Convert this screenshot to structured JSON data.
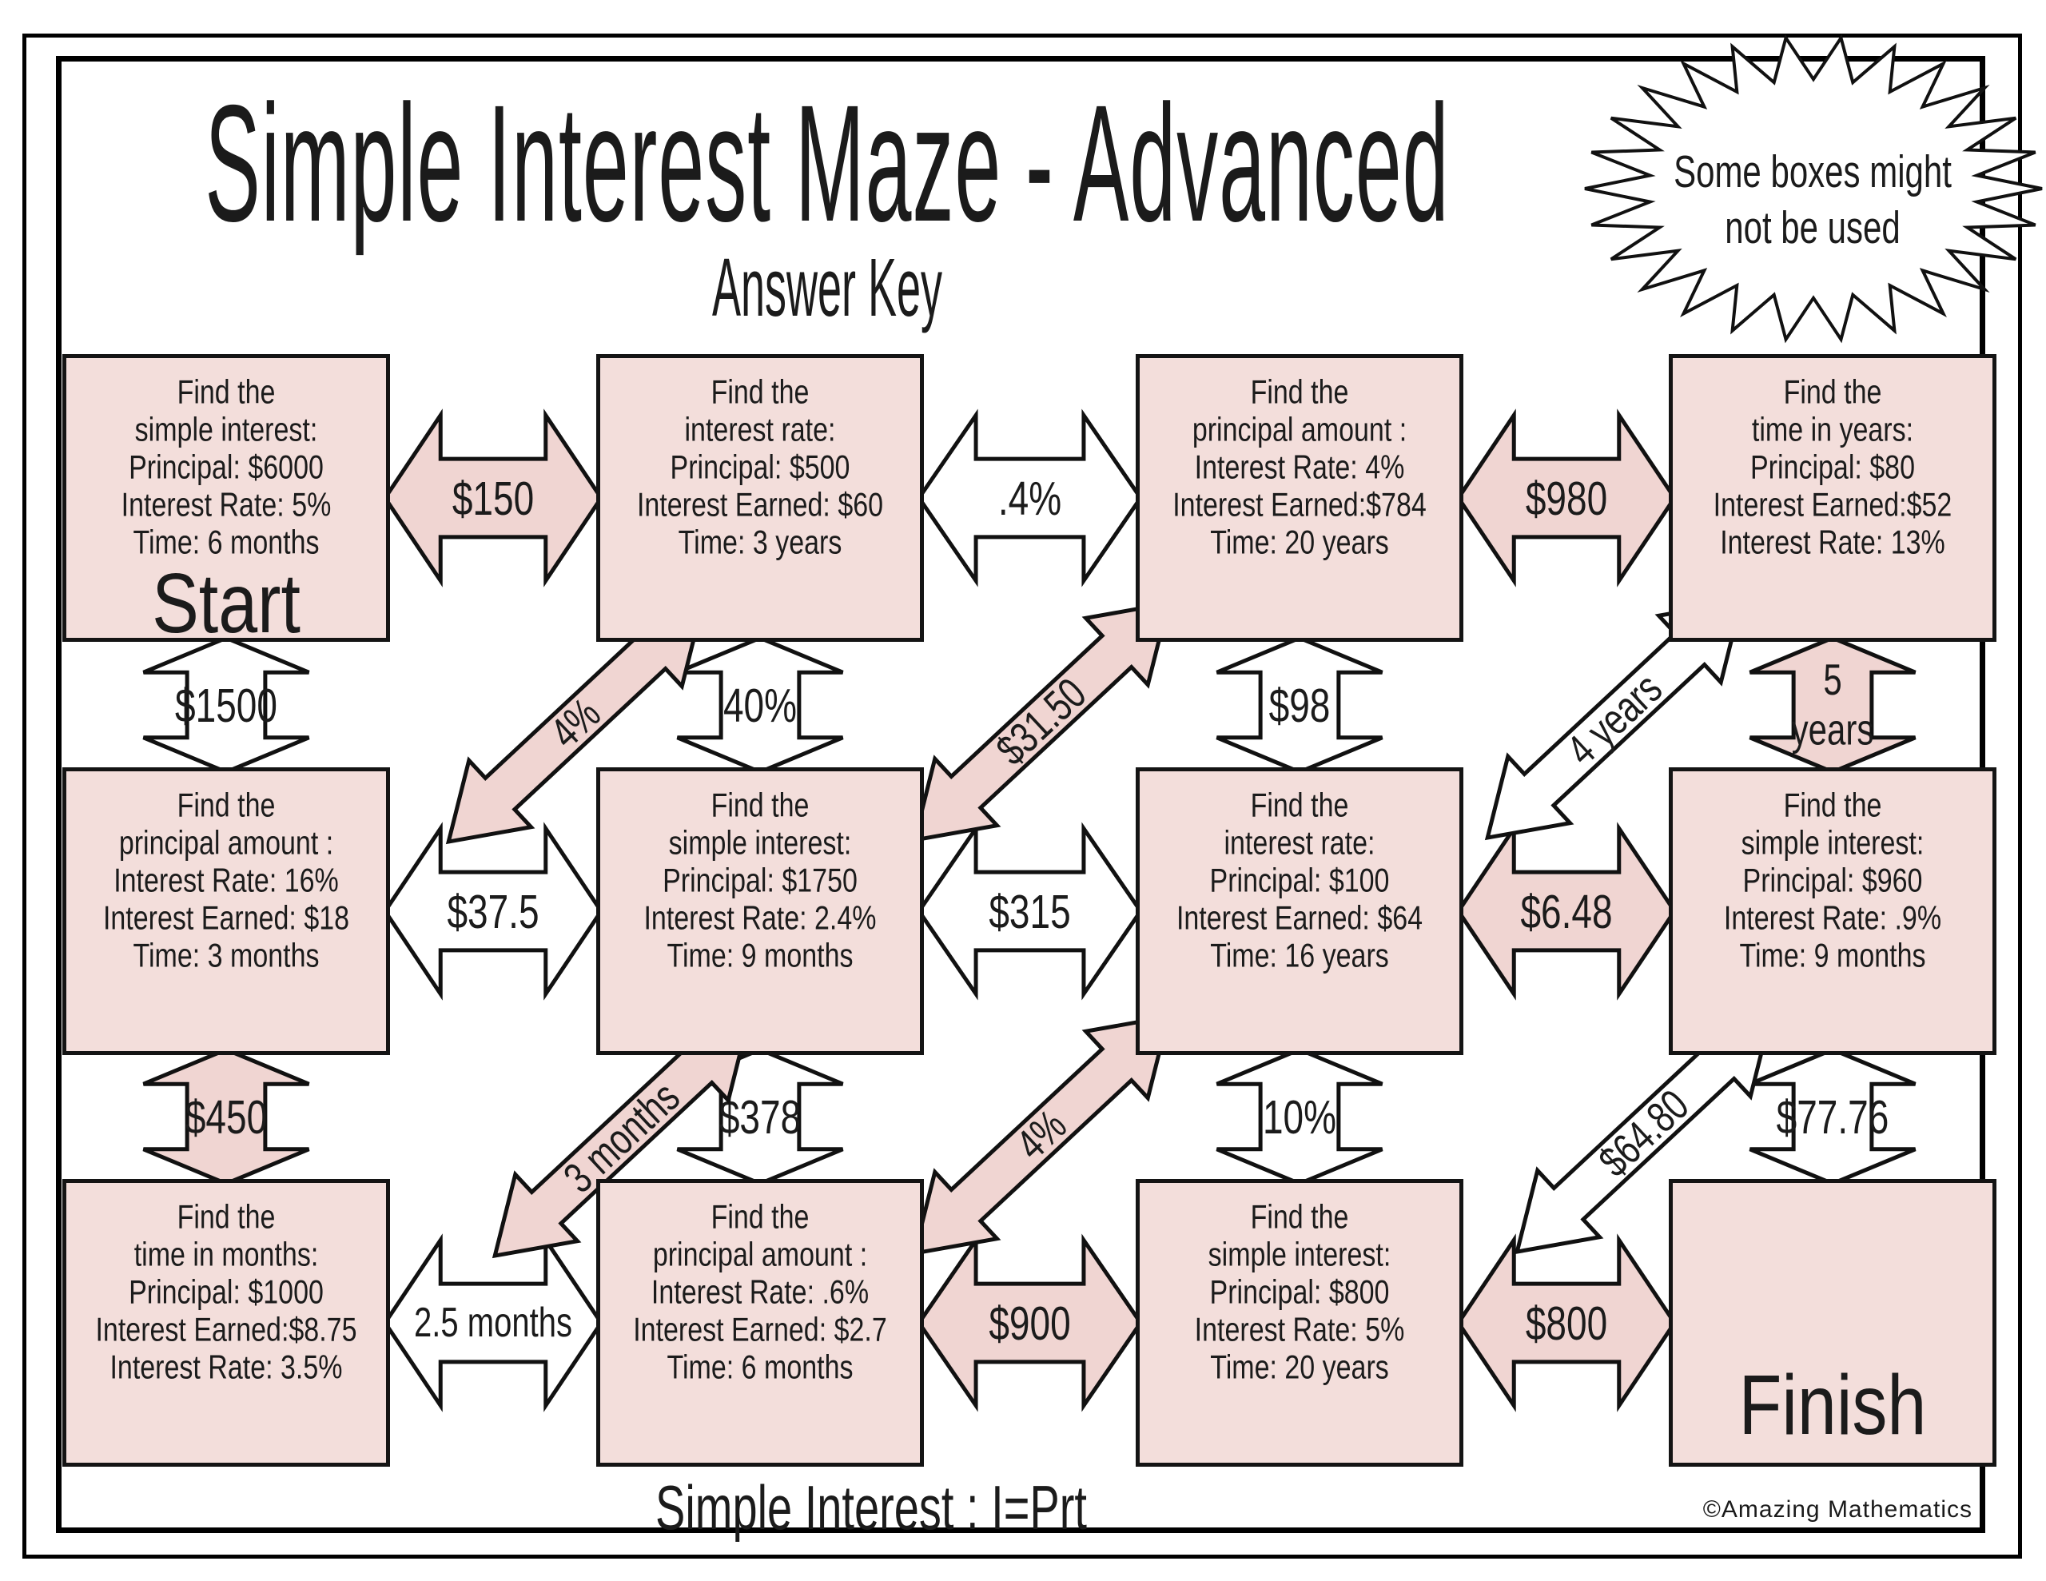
{
  "header": {
    "title": "Simple Interest Maze - Advanced",
    "subtitle": "Answer Key",
    "burst_note": "Some boxes might\nnot be used"
  },
  "footer": {
    "formula": "Simple Interest : I=Prt",
    "credit": "©Amazing Mathematics"
  },
  "colors": {
    "box_fill": "#f3dedb",
    "arrow_pink": "#f0d5d2",
    "arrow_white": "#ffffff",
    "outline": "#000000"
  },
  "maze": {
    "boxes": [
      {
        "id": "row1-col1",
        "lines": [
          "Find the",
          "simple interest:",
          "Principal: $6000",
          "Interest Rate: 5%",
          "Time: 6 months"
        ],
        "big_label": "Start"
      },
      {
        "id": "row1-col2",
        "lines": [
          "Find the",
          "interest rate:",
          "Principal: $500",
          "Interest Earned: $60",
          "Time: 3 years"
        ]
      },
      {
        "id": "row1-col3",
        "lines": [
          "Find the",
          "principal amount :",
          "Interest Rate: 4%",
          "Interest Earned:$784",
          "Time: 20 years"
        ]
      },
      {
        "id": "row1-col4",
        "lines": [
          "Find the",
          "time in years:",
          "Principal: $80",
          "Interest Earned:$52",
          "Interest Rate: 13%"
        ]
      },
      {
        "id": "row2-col1",
        "lines": [
          "Find the",
          "principal amount :",
          "Interest Rate: 16%",
          "Interest Earned: $18",
          "Time: 3 months"
        ]
      },
      {
        "id": "row2-col2",
        "lines": [
          "Find the",
          "simple interest:",
          "Principal: $1750",
          "Interest Rate: 2.4%",
          "Time: 9 months"
        ]
      },
      {
        "id": "row2-col3",
        "lines": [
          "Find the",
          "interest rate:",
          "Principal: $100",
          "Interest Earned: $64",
          "Time: 16 years"
        ]
      },
      {
        "id": "row2-col4",
        "lines": [
          "Find the",
          "simple interest:",
          "Principal: $960",
          "Interest Rate: .9%",
          "Time: 9 months"
        ]
      },
      {
        "id": "row3-col1",
        "lines": [
          "Find the",
          "time in months:",
          "Principal: $1000",
          "Interest Earned:$8.75",
          "Interest Rate: 3.5%"
        ]
      },
      {
        "id": "row3-col2",
        "lines": [
          "Find the",
          "principal amount :",
          "Interest Rate: .6%",
          "Interest Earned: $2.7",
          "Time: 6 months"
        ]
      },
      {
        "id": "row3-col3",
        "lines": [
          "Find the",
          "simple interest:",
          "Principal: $800",
          "Interest Rate: 5%",
          "Time: 20 years"
        ]
      },
      {
        "id": "row3-col4",
        "lines": [],
        "big_label": "Finish"
      }
    ],
    "arrows": [
      {
        "id": "h-row1-col1-col2",
        "direction": "horizontal",
        "color": "pink",
        "label": "$150"
      },
      {
        "id": "h-row1-col2-col3",
        "direction": "horizontal",
        "color": "white",
        "label": ".4%"
      },
      {
        "id": "h-row1-col3-col4",
        "direction": "horizontal",
        "color": "pink",
        "label": "$980"
      },
      {
        "id": "h-row2-col1-col2",
        "direction": "horizontal",
        "color": "white",
        "label": "$37.5"
      },
      {
        "id": "h-row2-col2-col3",
        "direction": "horizontal",
        "color": "white",
        "label": "$315"
      },
      {
        "id": "h-row2-col3-col4",
        "direction": "horizontal",
        "color": "pink",
        "label": "$6.48"
      },
      {
        "id": "h-row3-col1-col2",
        "direction": "horizontal",
        "color": "white",
        "label": "2.5 months"
      },
      {
        "id": "h-row3-col2-col3",
        "direction": "horizontal",
        "color": "pink",
        "label": "$900"
      },
      {
        "id": "h-row3-col3-col4",
        "direction": "horizontal",
        "color": "pink",
        "label": "$800"
      },
      {
        "id": "v-gap1-col1",
        "direction": "vertical",
        "color": "white",
        "label": "$1500"
      },
      {
        "id": "v-gap1-col2",
        "direction": "vertical",
        "color": "white",
        "label": "40%"
      },
      {
        "id": "v-gap1-col3",
        "direction": "vertical",
        "color": "white",
        "label": "$98"
      },
      {
        "id": "v-gap1-col4",
        "direction": "vertical",
        "color": "pink",
        "label": "5\nyears"
      },
      {
        "id": "v-gap2-col1",
        "direction": "vertical",
        "color": "pink",
        "label": "$450"
      },
      {
        "id": "v-gap2-col2",
        "direction": "vertical",
        "color": "white",
        "label": "$378"
      },
      {
        "id": "v-gap2-col3",
        "direction": "vertical",
        "color": "white",
        "label": "10%"
      },
      {
        "id": "v-gap2-col4",
        "direction": "vertical",
        "color": "white",
        "label": "$77.76"
      },
      {
        "id": "d-gap1-col1-col2",
        "direction": "diagonal",
        "color": "pink",
        "label": "4%"
      },
      {
        "id": "d-gap1-col2-col3",
        "direction": "diagonal",
        "color": "pink",
        "label": "$31.50"
      },
      {
        "id": "d-gap1-col3-col4",
        "direction": "diagonal",
        "color": "white",
        "label": "4 years"
      },
      {
        "id": "d-gap2-col1-col2",
        "direction": "diagonal",
        "color": "pink",
        "label": "3 months"
      },
      {
        "id": "d-gap2-col2-col3",
        "direction": "diagonal",
        "color": "pink",
        "label": "4%"
      },
      {
        "id": "d-gap2-col3-col4",
        "direction": "diagonal",
        "color": "white",
        "label": "$64.80"
      }
    ]
  }
}
